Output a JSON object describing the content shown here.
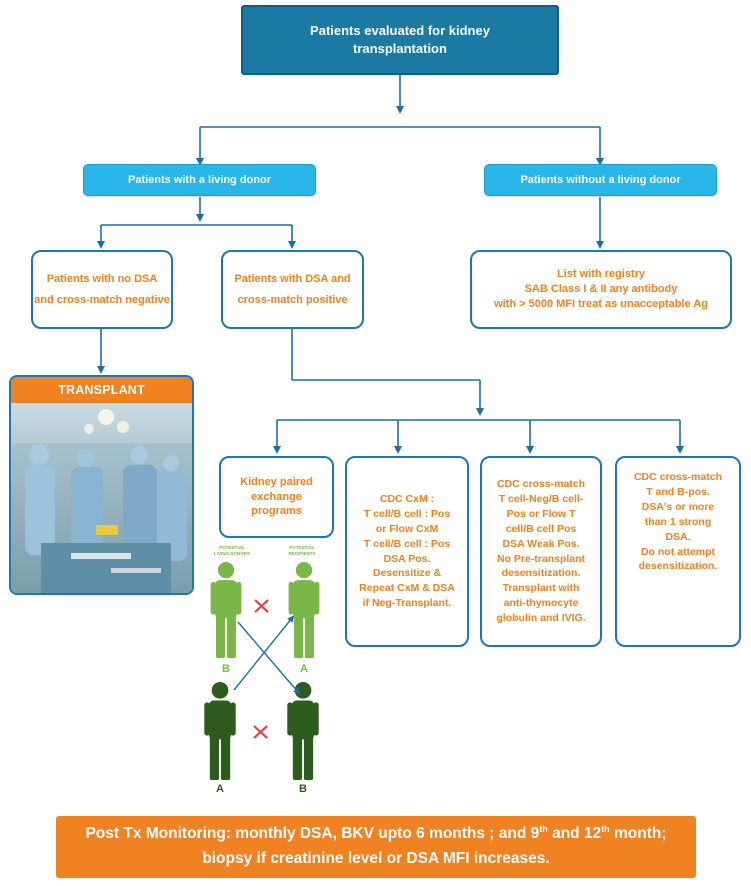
{
  "top": {
    "line1": "Patients evaluated for kidney",
    "line2": "transplantation"
  },
  "living": {
    "label": "Patients with a living donor"
  },
  "no_living": {
    "label": "Patients without a living donor"
  },
  "no_dsa": {
    "line1": "Patients with no DSA",
    "line2": "and cross-match negative"
  },
  "dsa_pos": {
    "line1": "Patients with DSA and",
    "line2": "cross-match positive"
  },
  "registry": {
    "line1": "List with registry",
    "line2": "SAB Class I & II any antibody",
    "line3": "with > 5000 MFI treat as unacceptable Ag"
  },
  "transplant": {
    "header": "TRANSPLANT"
  },
  "option1": {
    "lines": [
      "Kidney paired",
      "exchange",
      "programs"
    ]
  },
  "option2": {
    "lines": [
      "CDC CxM :",
      "T cell/B cell : Pos",
      "or Flow CxM",
      "T cell/B cell : Pos",
      "DSA Pos.",
      "Desensitize &",
      "Repeat CxM & DSA",
      "if Neg-Transplant."
    ]
  },
  "option3": {
    "lines": [
      "CDC cross-match",
      "T cell-Neg/B cell-",
      "Pos or Flow T",
      "cell/B cell Pos",
      "DSA Weak Pos.",
      "No Pre-transplant",
      "desensitization.",
      "Transplant with",
      "anti-thymocyte",
      "globulin and IVIG."
    ]
  },
  "option4": {
    "lines": [
      "CDC cross-match",
      "T and B-pos.",
      "DSA's or more",
      "than 1 strong",
      "DSA.",
      "Do not attempt",
      "desensitization."
    ]
  },
  "exchange": {
    "donors_label": [
      "POTENTIAL",
      "LIVING DONORS"
    ],
    "recipients_label": [
      "POTENTIAL",
      "RECIPIENTS"
    ],
    "donor_b": "B",
    "recipient_a": "A",
    "donor_a": "A",
    "recipient_b": "B"
  },
  "footer": {
    "l1_a": "Post Tx Monitoring: monthly DSA, BKV upto 6 months ; and 9",
    "l1_sup1": "th",
    "l1_b": " and 12",
    "l1_sup2": "th",
    "l1_c": " month;",
    "line2": "biopsy if creatinine level or DSA MFI increases."
  },
  "colors": {
    "dark_blue": "#1b7aa3",
    "light_blue": "#29b6e8",
    "border_blue": "#1d78b0",
    "orange": "#f08221",
    "light_green": "#7ab648",
    "dark_green": "#2d5c1e",
    "cross_red": "#e53935"
  }
}
